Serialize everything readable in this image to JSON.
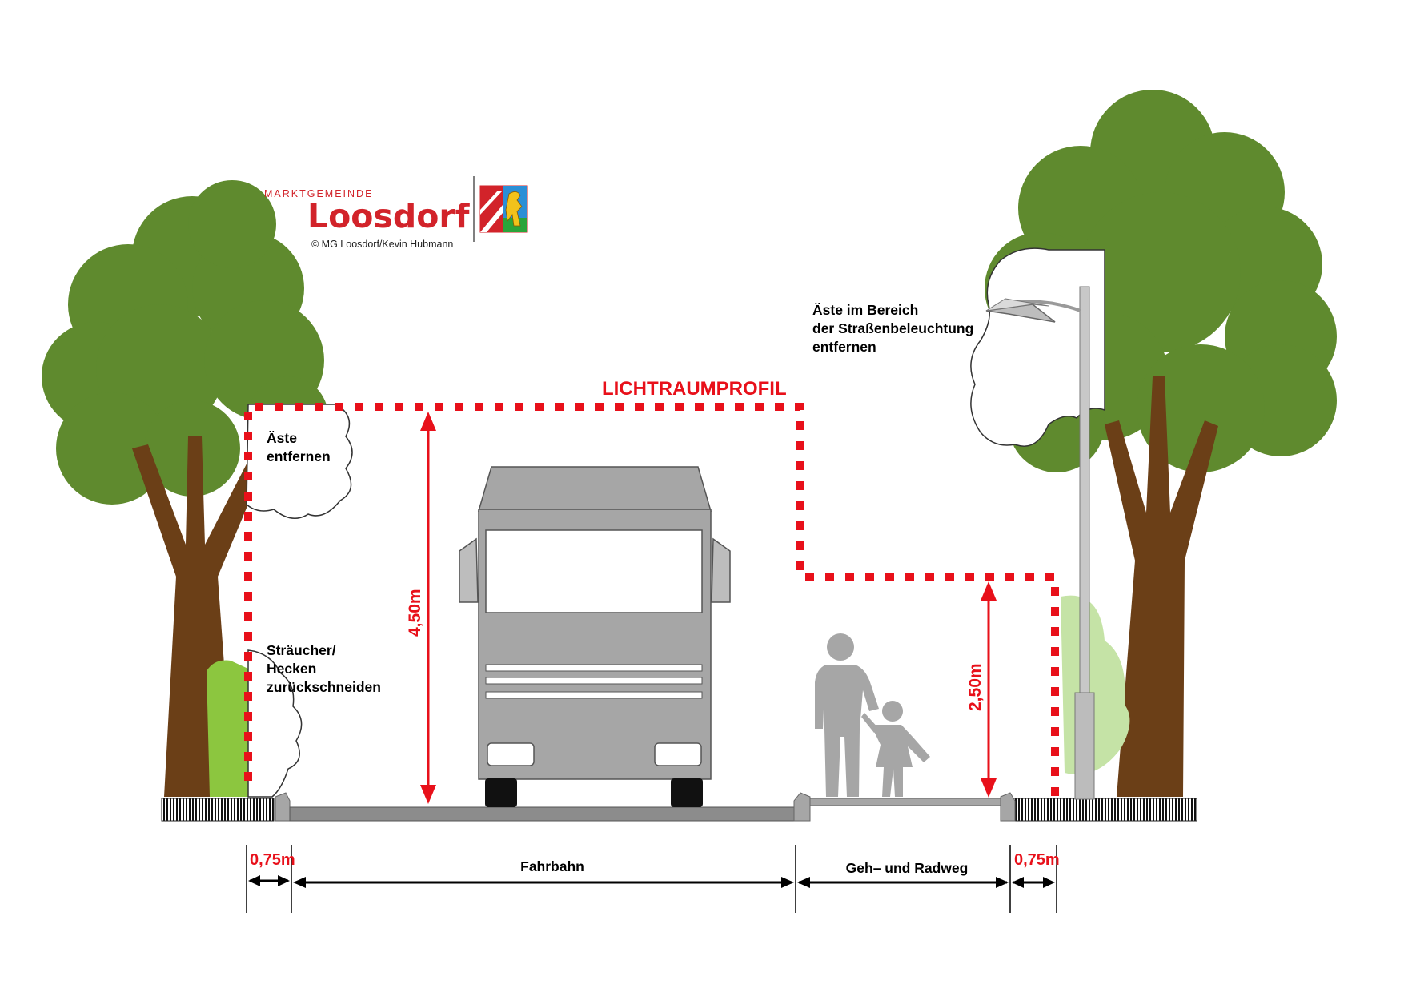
{
  "logo": {
    "town_prefix": "MARKTGEMEINDE",
    "town_name": "Loosdorf",
    "copyright": "© MG Loosdorf/Kevin Hubmann"
  },
  "labels": {
    "profile_title": "LICHTRAUMPROFIL",
    "branches_remove": [
      "Äste",
      "entfernen"
    ],
    "shrubs_cut": [
      "Sträucher/",
      "Hecken",
      "zurückschneiden"
    ],
    "street_light_branches": [
      "Äste im Bereich",
      "der Straßenbeleuchtung",
      "entfernen"
    ]
  },
  "dimensions": {
    "road_height": "4,50m",
    "path_height": "2,50m",
    "left_margin": "0,75m",
    "right_margin": "0,75m",
    "road_label": "Fahrbahn",
    "path_label": "Geh– und Radweg"
  },
  "colors": {
    "profile_red": "#e8101a",
    "tree_green": "#5f8a2e",
    "trunk_brown": "#6b3f17",
    "hedge_green": "#8cc63f",
    "light_bush": "#c5e3a6",
    "vehicle_grey": "#a6a6a6",
    "person_grey": "#a6a6a6"
  }
}
